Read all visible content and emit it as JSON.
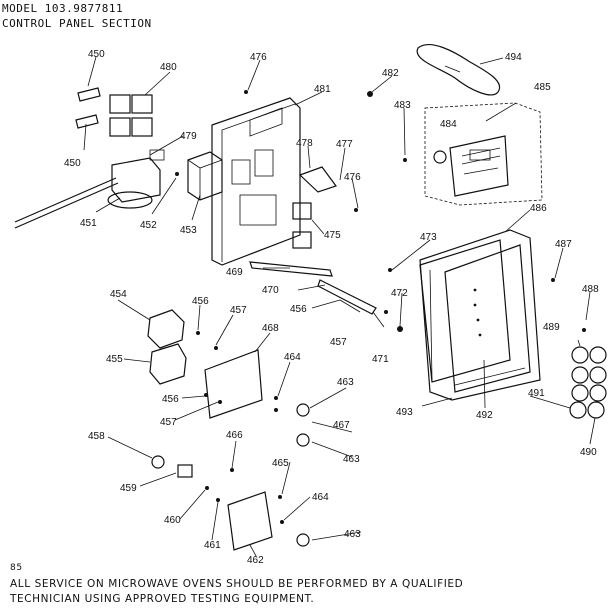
{
  "header": {
    "model": "MODEL 103.9877811",
    "section": "CONTROL PANEL SECTION"
  },
  "footer": {
    "code": "85",
    "note_line1": "ALL SERVICE ON MICROWAVE OVENS SHOULD BE PERFORMED BY A QUALIFIED",
    "note_line2": "TECHNICIAN USING APPROVED TESTING EQUIPMENT."
  },
  "parts": {
    "p450a": "450",
    "p450b": "450",
    "p451": "451",
    "p452": "452",
    "p453": "453",
    "p454": "454",
    "p455": "455",
    "p456a": "456",
    "p456b": "456",
    "p456c": "456",
    "p457a": "457",
    "p457b": "457",
    "p457c": "457",
    "p458": "458",
    "p459": "459",
    "p460": "460",
    "p461": "461",
    "p462": "462",
    "p463a": "463",
    "p463b": "463",
    "p463c": "463",
    "p464a": "464",
    "p464b": "464",
    "p465": "465",
    "p466": "466",
    "p467": "467",
    "p468": "468",
    "p469": "469",
    "p470": "470",
    "p471": "471",
    "p472": "472",
    "p473": "473",
    "p475": "475",
    "p476a": "476",
    "p476b": "476",
    "p477": "477",
    "p478": "478",
    "p479": "479",
    "p480": "480",
    "p481": "481",
    "p482": "482",
    "p483": "483",
    "p484": "484",
    "p485": "485",
    "p486": "486",
    "p487": "487",
    "p488": "488",
    "p489": "489",
    "p490": "490",
    "p491": "491",
    "p492": "492",
    "p493": "493",
    "p494": "494"
  }
}
